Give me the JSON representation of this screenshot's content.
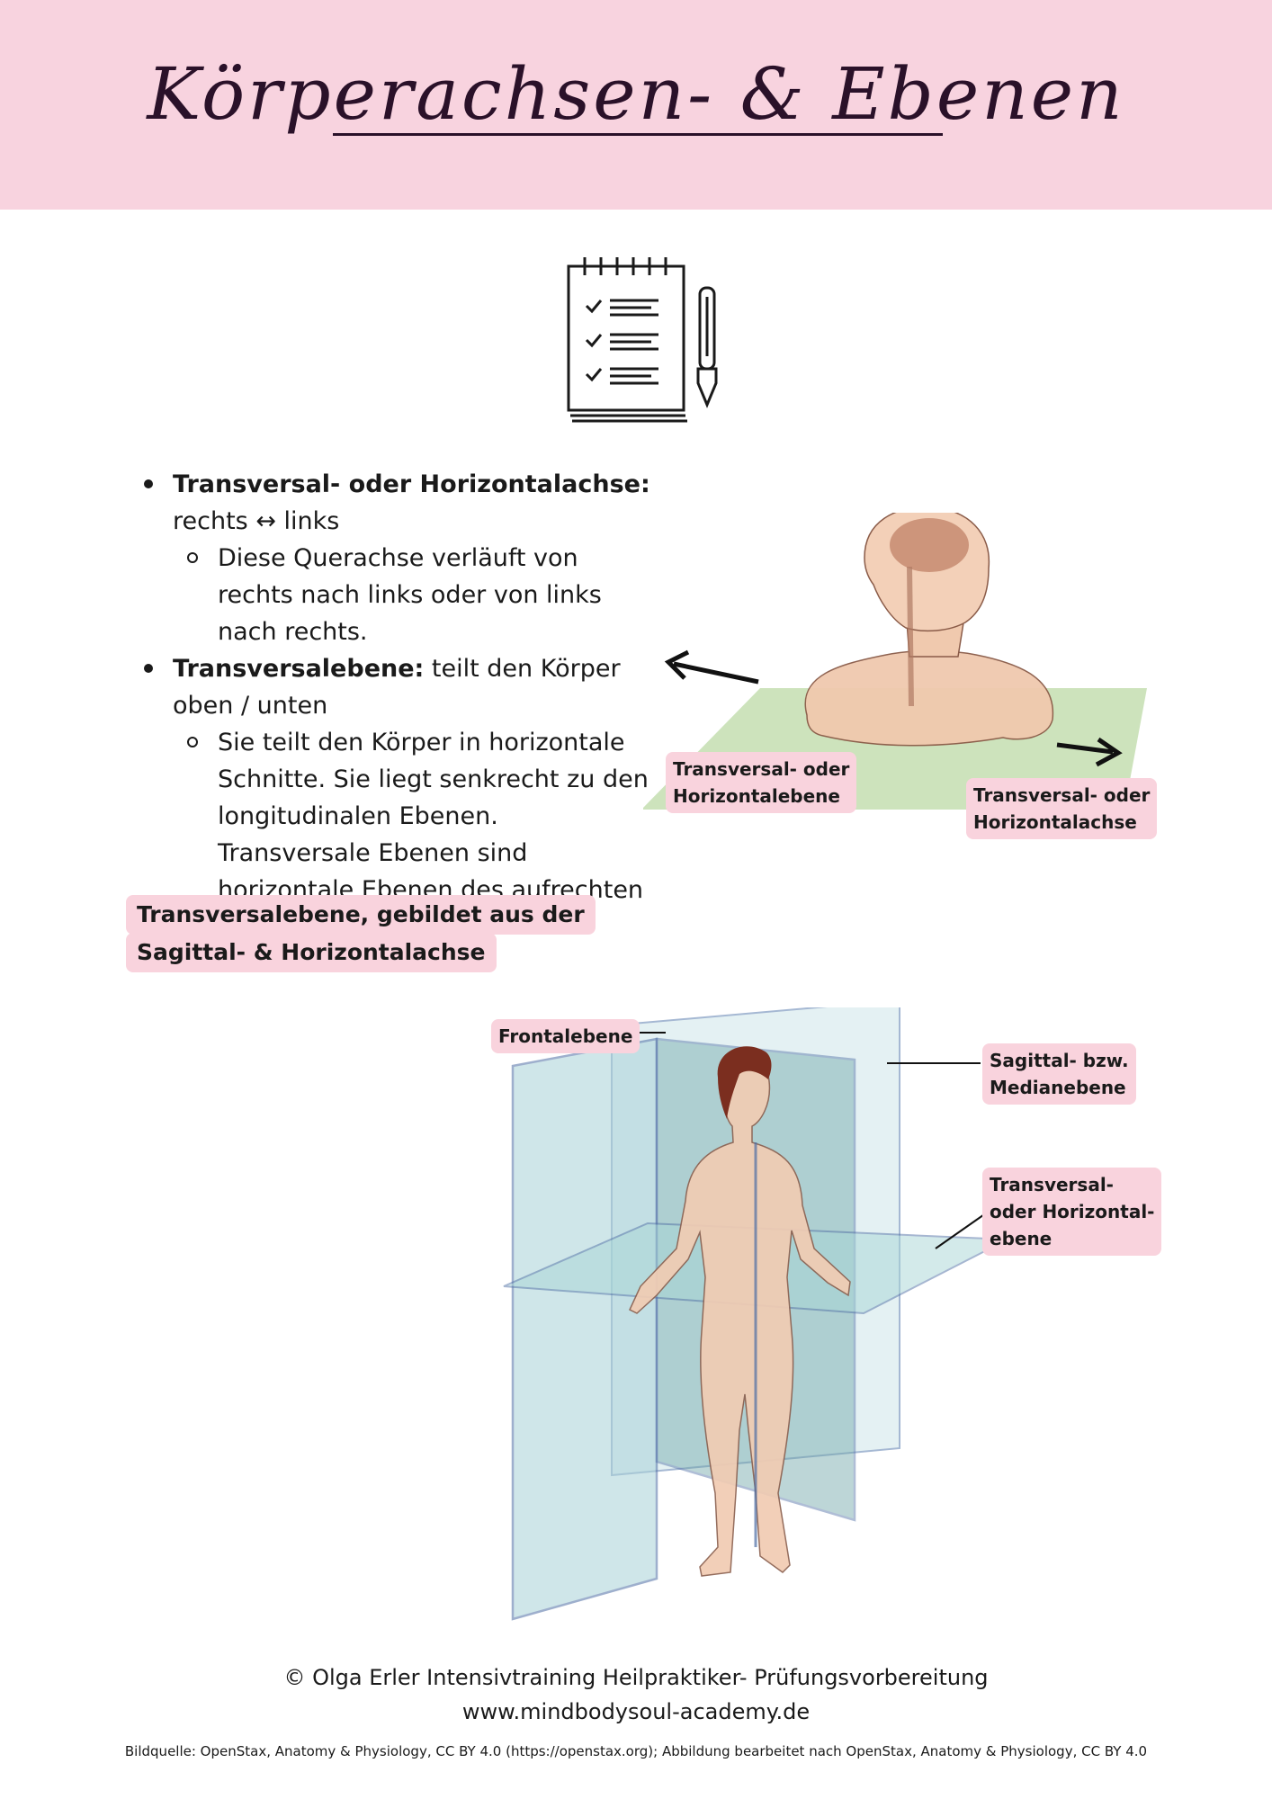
{
  "header": {
    "title": "Körperachsen- & Ebenen",
    "background": "#f8d3df"
  },
  "icon": "notepad-checklist-with-pen-icon",
  "bullets": {
    "axis": {
      "term": "Transversal- oder Horizontalachse:",
      "direction": "rechts ↔ links",
      "sub": "Diese Querachse verläuft von rechts nach links oder von links nach rechts."
    },
    "plane": {
      "term": "Transversalebene:",
      "rest": " teilt den Körper oben / unten",
      "sub": "Sie teilt den Körper in horizontale Schnitte. Sie liegt senkrecht zu den longitudinalen Ebenen. Transversale Ebenen sind horizontale Ebenen des aufrechten Körpers."
    }
  },
  "figure_head": {
    "label_plane_1": "Transversal- oder",
    "label_plane_2": "Horizontalebene",
    "label_axis_1": "Transversal- oder",
    "label_axis_2": "Horizontalachse"
  },
  "highlight": {
    "line1": "Transversalebene, gebildet aus der",
    "line2": "Sagittal- & Horizontalachse"
  },
  "figure_body": {
    "frontal": "Frontalebene",
    "sagittal_1": "Sagittal- bzw.",
    "sagittal_2": "Medianebene",
    "transversal_1": "Transversal-",
    "transversal_2": "oder Horizontal-",
    "transversal_3": "ebene"
  },
  "footer": {
    "copyright": "© Olga Erler Intensivtraining Heilpraktiker- Prüfungsvorbereitung",
    "website": "www.mindbodysoul-academy.de",
    "source": "Bildquelle: OpenStax, Anatomy & Physiology, CC BY 4.0 (https://openstax.org); Abbildung bearbeitet nach OpenStax, Anatomy & Physiology, CC BY 4.0"
  }
}
